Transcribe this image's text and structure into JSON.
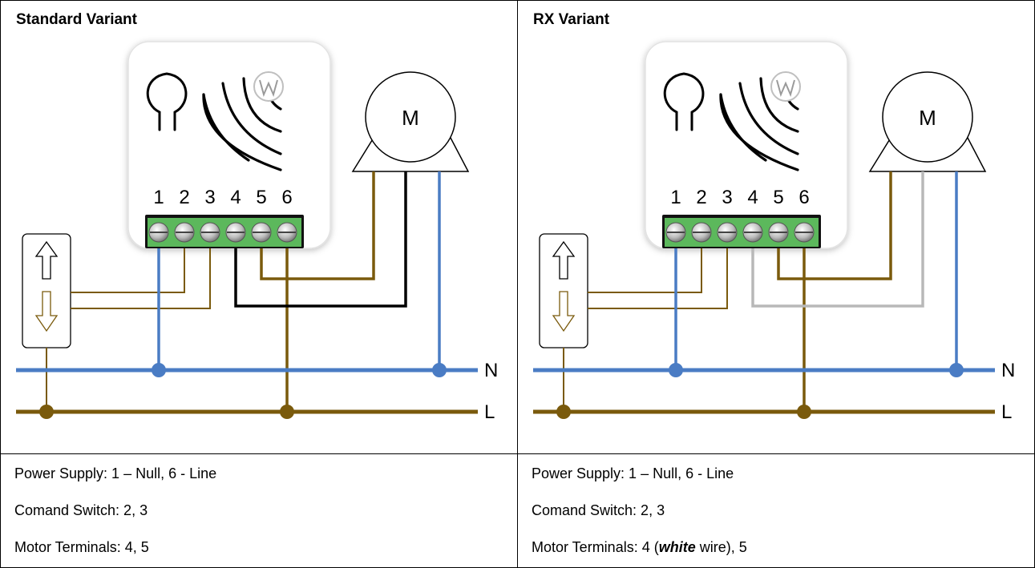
{
  "panels": [
    {
      "title": "Standard Variant",
      "motor_label": "M",
      "terminals": [
        "1",
        "2",
        "3",
        "4",
        "5",
        "6"
      ],
      "rail_n": "N",
      "rail_l": "L",
      "motor_wire_color": "#000000",
      "notes": {
        "power": "Power Supply: 1 – Null, 6 - Line",
        "switch": "Comand Switch: 2, 3",
        "motor_prefix": "Motor Terminals: 4, 5",
        "motor_bold": "",
        "motor_suffix": ""
      }
    },
    {
      "title": "RX Variant",
      "motor_label": "M",
      "terminals": [
        "1",
        "2",
        "3",
        "4",
        "5",
        "6"
      ],
      "rail_n": "N",
      "rail_l": "L",
      "motor_wire_color": "#b8b8b8",
      "notes": {
        "power": "Power Supply: 1 – Null, 6 - Line",
        "switch": "Comand Switch: 2, 3",
        "motor_prefix": "Motor Terminals: 4 (",
        "motor_bold": "white",
        "motor_suffix": " wire), 5"
      }
    }
  ],
  "colors": {
    "neutral": "#4a7cc4",
    "line": "#7a5a0c",
    "terminal_block": "#5cb85c",
    "border": "#000000"
  },
  "icons": [
    "bulb-icon",
    "radio-waves-icon",
    "brand-logo-icon",
    "motor-icon",
    "up-arrow-icon",
    "down-arrow-icon"
  ]
}
